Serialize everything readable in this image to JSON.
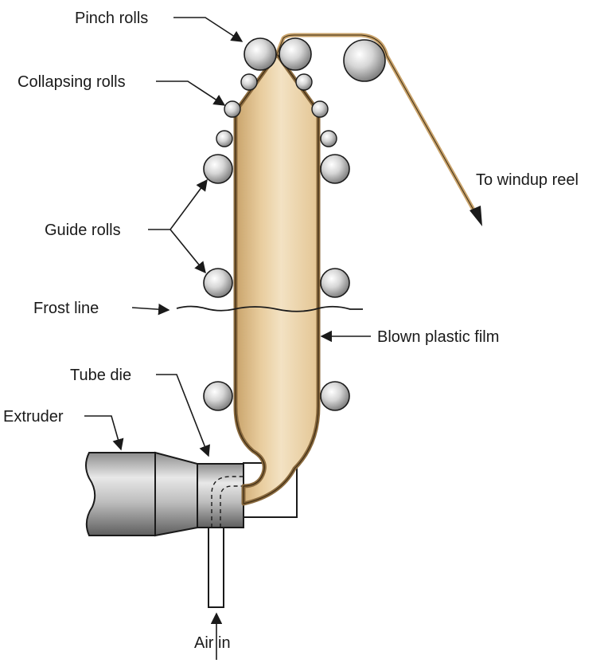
{
  "labels": {
    "pinch_rolls": "Pinch rolls",
    "collapsing_rolls": "Collapsing rolls",
    "guide_rolls": "Guide rolls",
    "frost_line": "Frost line",
    "blown_film": "Blown plastic film",
    "tube_die": "Tube die",
    "extruder": "Extruder",
    "air_in": "Air in",
    "windup": "To windup reel"
  },
  "colors": {
    "film_light": "#f3e2c3",
    "film_mid": "#e6c796",
    "film_dark": "#c9a36b",
    "film_edge": "#8a6a3e",
    "roll_light": "#f2f2f2",
    "roll_dark": "#7d7d7d",
    "metal_light": "#e6e6e6",
    "metal_dark": "#6d6d6d",
    "line": "#1a1a1a"
  }
}
